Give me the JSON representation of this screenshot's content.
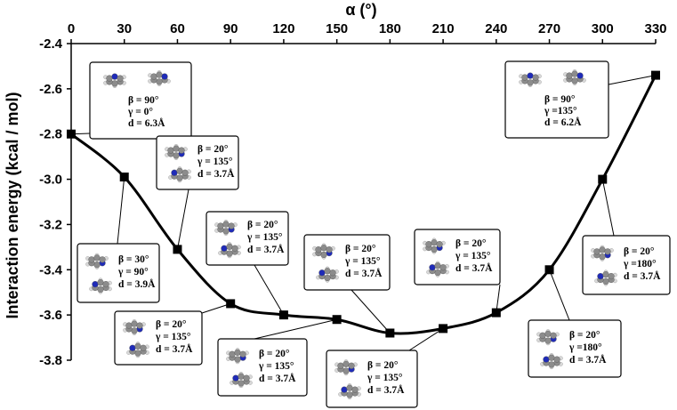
{
  "chart_data": {
    "type": "line",
    "xlabel": "α (°)",
    "ylabel": "Interaction energy (kcal / mol)",
    "x_ticks": [
      "0",
      "30",
      "60",
      "90",
      "120",
      "150",
      "180",
      "210",
      "240",
      "270",
      "300",
      "330"
    ],
    "y_ticks": [
      "-2.4",
      "-2.6",
      "-2.8",
      "-3.0",
      "-3.2",
      "-3.4",
      "-3.6",
      "-3.8"
    ],
    "xlim": [
      0,
      330
    ],
    "ylim": [
      -3.8,
      -2.4
    ],
    "x_axis_position": "top",
    "grid": false,
    "colors": {
      "line": "#000000",
      "marker": "#000000",
      "atom_c": "#8c8c8c",
      "atom_h": "#d9d9d9",
      "atom_n": "#1f2bb8"
    },
    "x": [
      0,
      30,
      60,
      90,
      120,
      150,
      180,
      210,
      240,
      270,
      300,
      330
    ],
    "series": [
      {
        "values": [
          -2.8,
          -2.99,
          -3.31,
          -3.55,
          -3.6,
          -3.62,
          -3.68,
          -3.66,
          -3.59,
          -3.4,
          -3.0,
          -2.54
        ]
      }
    ],
    "annotations": [
      {
        "lines": [
          "β = 90°",
          "γ = 0°",
          "d = 6.3Å"
        ]
      },
      {
        "lines": [
          "β = 30°",
          "γ = 90°",
          "d = 3.9Å"
        ]
      },
      {
        "lines": [
          "β = 20°",
          "γ = 135°",
          "d = 3.7Å"
        ]
      },
      {
        "lines": [
          "β = 20°",
          "γ = 135°",
          "d = 3.7Å"
        ]
      },
      {
        "lines": [
          "β = 20°",
          "γ = 135°",
          "d = 3.7Å"
        ]
      },
      {
        "lines": [
          "β = 20°",
          "γ = 135°",
          "d = 3.7Å"
        ]
      },
      {
        "lines": [
          "β = 20°",
          "γ = 135°",
          "d = 3.7Å"
        ]
      },
      {
        "lines": [
          "β = 20°",
          "γ = 135°",
          "d = 3.7Å"
        ]
      },
      {
        "lines": [
          "β = 20°",
          "γ = 135°",
          "d = 3.7Å"
        ]
      },
      {
        "lines": [
          "β = 20°",
          "γ =180°",
          "d = 3.7Å"
        ]
      },
      {
        "lines": [
          "β = 20°",
          "γ =180°",
          "d = 3.7Å"
        ]
      },
      {
        "lines": [
          "β = 90°",
          "γ =135°",
          "d = 6.2Å"
        ]
      }
    ]
  }
}
